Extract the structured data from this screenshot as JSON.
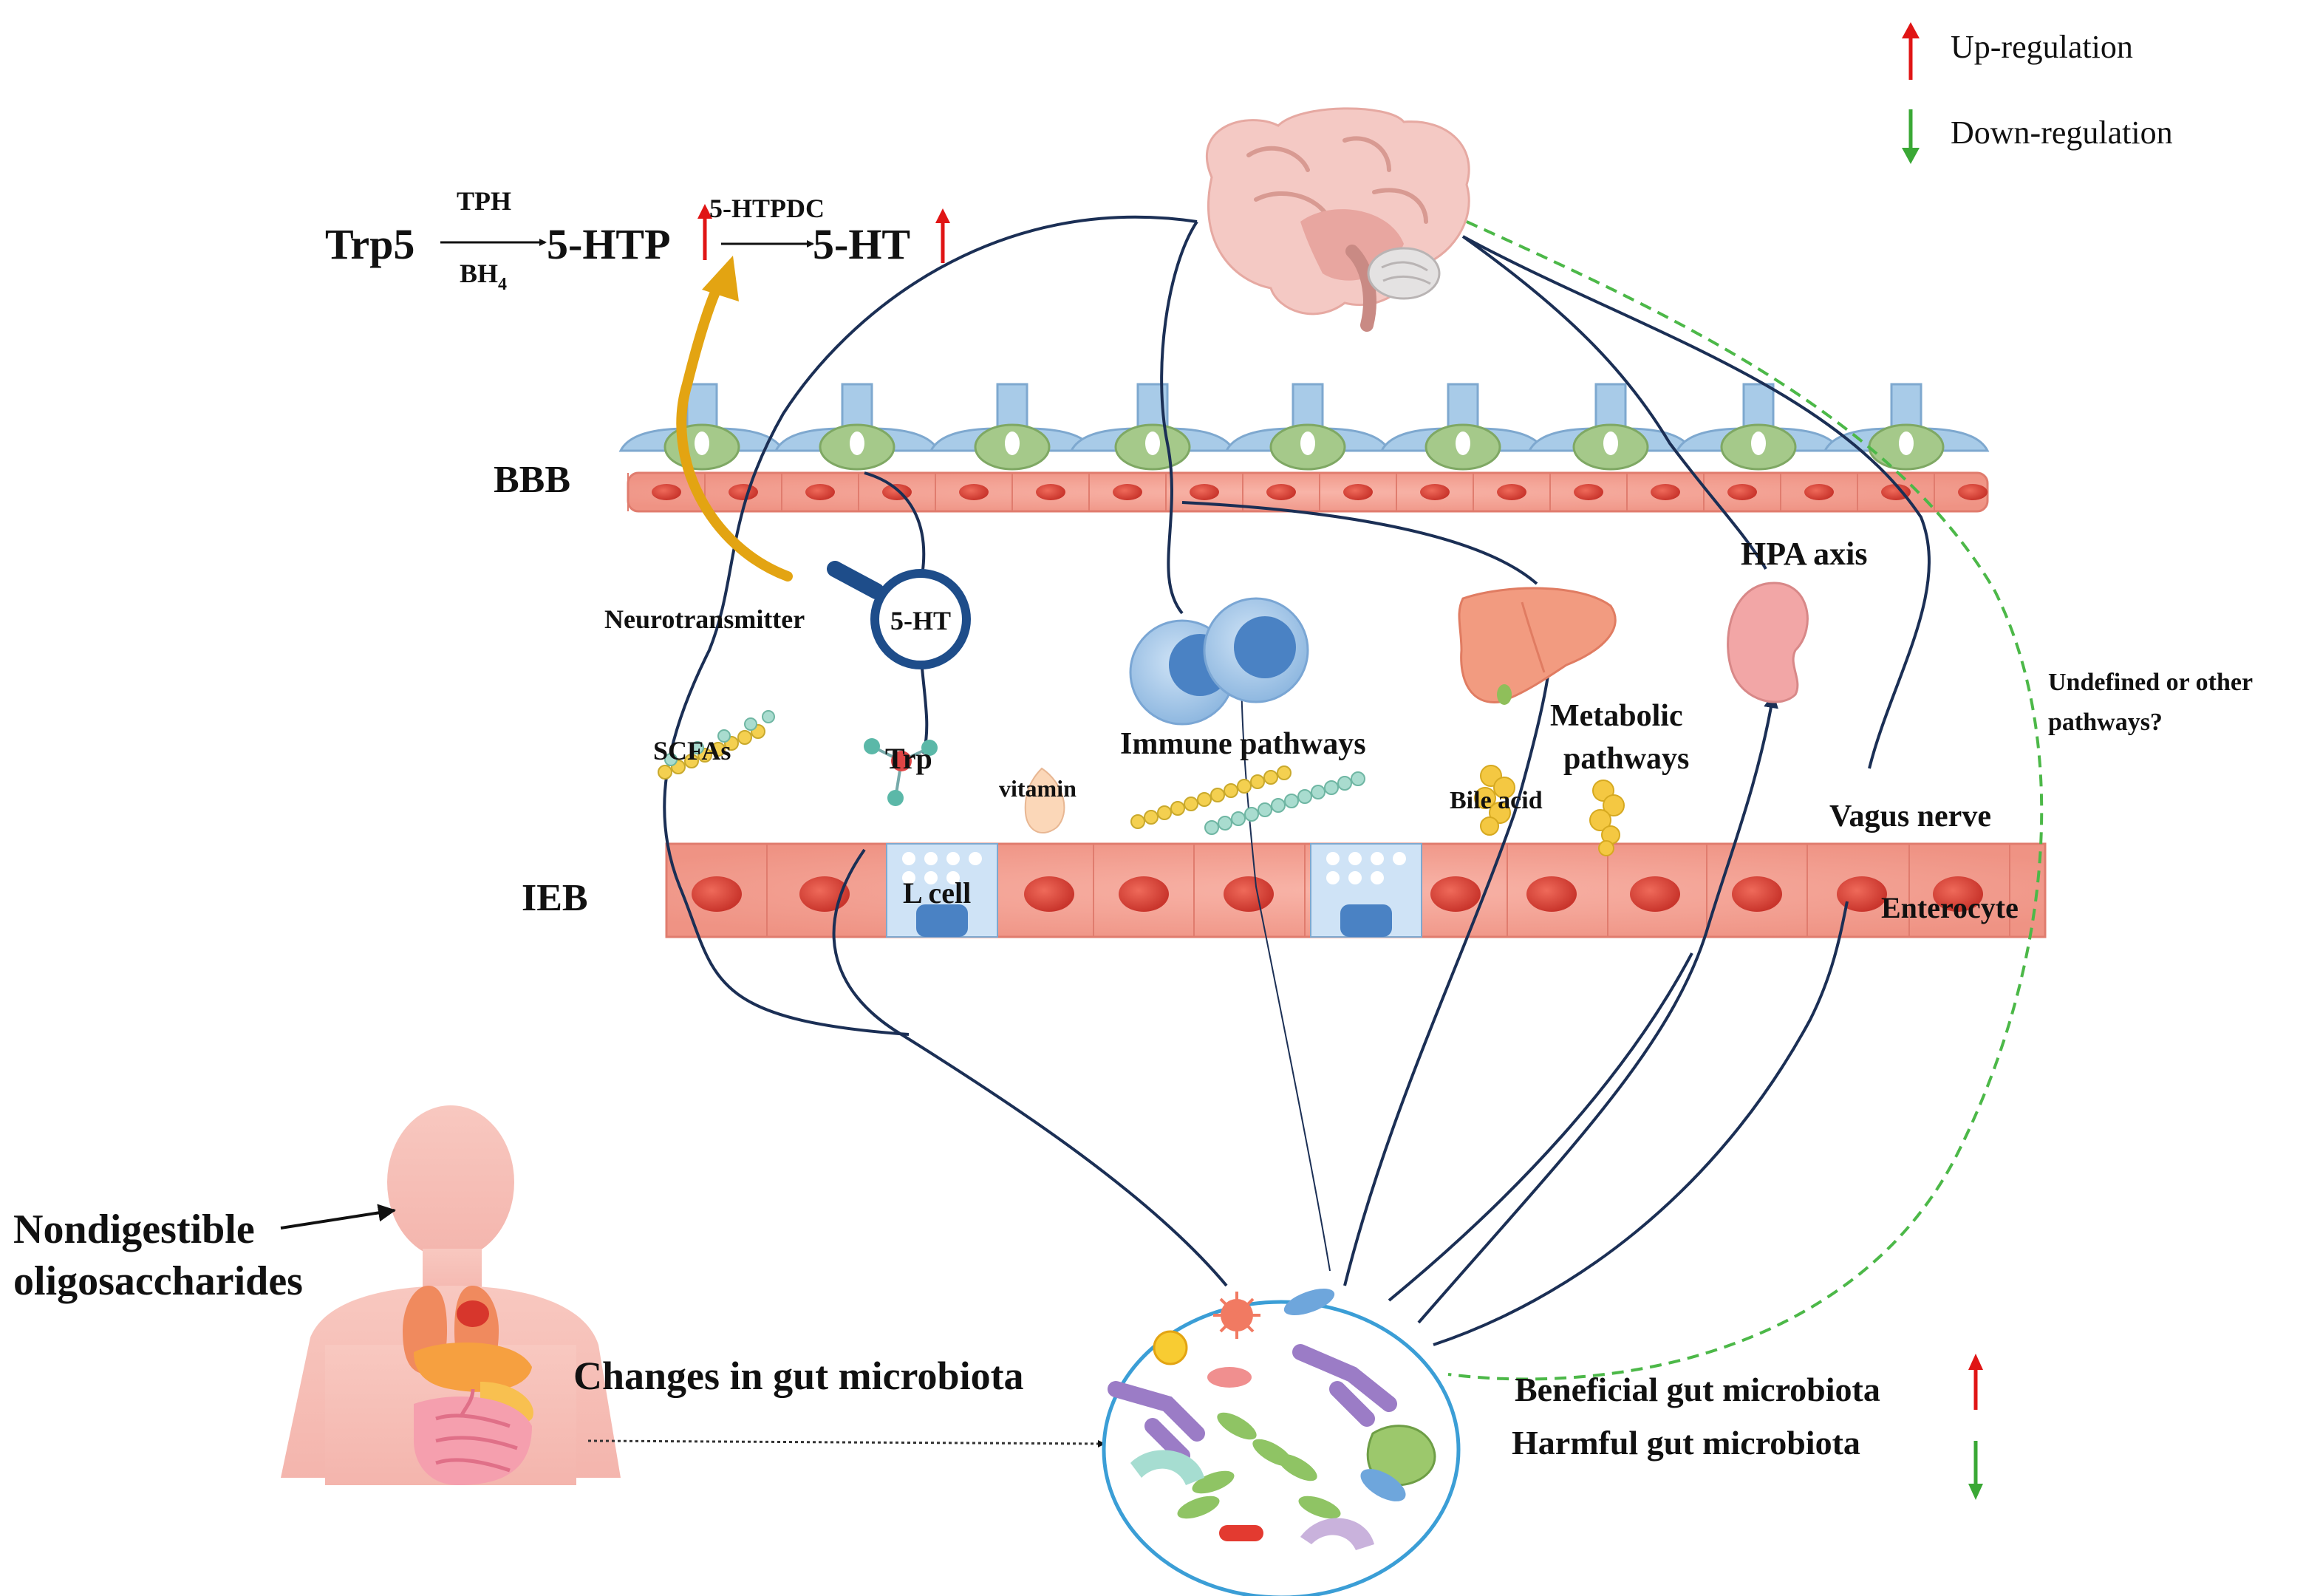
{
  "legend": {
    "up_label": "Up-regulation",
    "down_label": "Down-regulation"
  },
  "pathway": {
    "substrate": "Trp5",
    "enzyme1_top": "TPH",
    "enzyme1_bottom_main": "BH",
    "enzyme1_bottom_sub": "4",
    "intermediate": "5-HTP",
    "enzyme2": "5-HTPDC",
    "product": "5-HT"
  },
  "labels": {
    "bbb": "BBB",
    "ieb": "IEB",
    "neurotransmitter": "Neurotransmitter",
    "serotonin_badge": "5-HT",
    "scfas": "SCFAs",
    "trp": "Trp",
    "vitamin": "vitamin",
    "l_cell": "L cell",
    "immune": "Immune pathways",
    "bile_acid": "Bile acid",
    "metabolic_line1": "Metabolic",
    "metabolic_line2": "pathways",
    "hpa": "HPA axis",
    "vagus": "Vagus nerve",
    "enterocyte": "Enterocyte",
    "undefined_line1": "Undefined or other",
    "undefined_line2": "pathways?",
    "nondigestible_line1": "Nondigestible",
    "nondigestible_line2": "oligosaccharides",
    "changes": "Changes in gut microbiota",
    "beneficial": "Beneficial gut microbiota",
    "harmful": "Harmful gut microbiota"
  },
  "colors": {
    "up_arrow": "#e01515",
    "down_arrow": "#3aa835",
    "nerve_line": "#1b2f55",
    "dashed_line": "#4cb848",
    "cell_pink": "#f4a497",
    "nucleus_red": "#d9433a",
    "astrocyte_blue": "#a8cbe8",
    "neuron_green": "#a5c98a",
    "curved_arrow": "#e3a412"
  }
}
